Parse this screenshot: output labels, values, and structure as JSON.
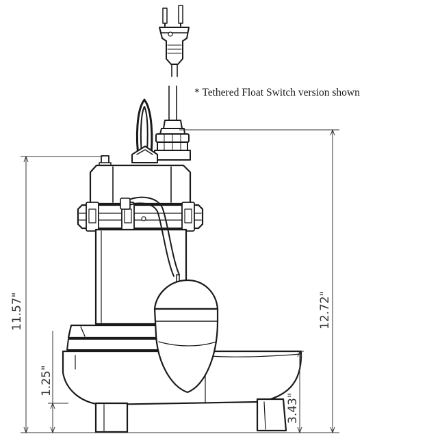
{
  "note": "* Tethered Float Switch version shown",
  "dimensions": {
    "overall_height_to_top": "11.57\"",
    "overall_height_to_cord": "12.72\"",
    "inlet_height": "1.25\"",
    "discharge_height": "3.43\""
  }
}
